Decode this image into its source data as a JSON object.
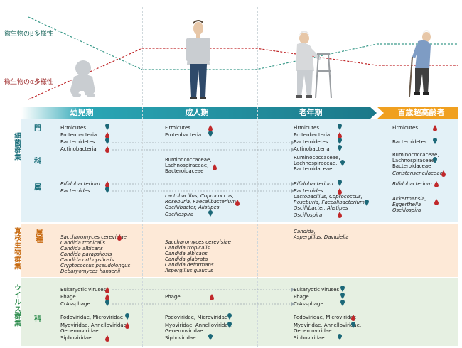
{
  "colors": {
    "teal": "#1a6e7a",
    "bar_dark": "#1b7889",
    "bar_mid": "#2aa6b5",
    "orange": "#f0a020",
    "bacteria_bg": "#e3f1f7",
    "fungi_bg": "#fde9d7",
    "virus_bg": "#e6f0e2",
    "beta_line": "#3a9a8a",
    "alpha_line": "#c0282a",
    "drop_red": "#c0282a",
    "drop_teal": "#1c6878"
  },
  "axis": {
    "beta": "微生物のβ多様性",
    "alpha": "微生物のα多様性"
  },
  "stages": [
    "幼児期",
    "成人期",
    "老年期",
    "百歳超高齢者"
  ],
  "groups": {
    "bacteria": "細菌群集",
    "fungi": "真核生物群集",
    "virus": "ウイルス群集"
  },
  "levels": {
    "phylum": "門",
    "family": "科",
    "genus": "属",
    "genus_species": "属種",
    "virus_family": "科"
  },
  "bacteria": {
    "phylum": {
      "infant": [
        "Firmicutes",
        "Proteobacteria",
        "Bacteroidetes",
        "Actinobacteria"
      ],
      "adult": [
        "Firmicutes",
        "Proteobacteria"
      ],
      "elderly": [
        "Firmicutes",
        "Proteobacteria",
        "Bacteroidetes",
        "Actinobacteria"
      ],
      "centenarian": [
        "Firmicutes",
        "Bacteroidetes"
      ]
    },
    "family": {
      "adult": [
        "Ruminococcaceae,",
        "Lachnospiraceae,",
        "Bacteroidaceae"
      ],
      "elderly": [
        "Ruminococcaceae,",
        "Lachnospiraceae,",
        "Bacteroidaceae"
      ],
      "centenarian": [
        "Ruminococcaceae,",
        "Lachnospiraceae,",
        "Bacteroidaceae",
        "Christensenellaceae"
      ]
    },
    "genus": {
      "infant": [
        "Bifidobacterium",
        "Bacteroides"
      ],
      "adult": [
        "Lactobacillus, Coprococcus,",
        "Roseburia, Faecalibacterium,",
        "Oscillibacter, Alistipes",
        "Oscillospira"
      ],
      "elderly": [
        "Bifidobacterium",
        "Bacteroides",
        "Lactobacillus, Coprococcus,",
        "Roseburia, Faecalibacterium,",
        "Oscillibacter, Alistipes",
        "Oscillospira"
      ],
      "centenarian": [
        "Bifidobacterium",
        "Akkermansia,",
        "Eggerthella",
        "Oscillospira"
      ]
    }
  },
  "fungi": {
    "infant": [
      "Saccharomyces cerevisiae",
      "Candida tropicalis",
      "Candida albicans",
      "Candida parapsilosis",
      "Candida orthopsilosis",
      "Cryptococcus pseudolongus",
      "Debaryomyces hansenii"
    ],
    "adult": [
      "Saccharomyces cerevisiae",
      "Candida tropicalis",
      "Candida albicans",
      "Candida glabrata",
      "Candida deformans",
      "Aspergillus glaucus"
    ],
    "elderly": [
      "Candida,",
      "Aspergillus, Davidiella"
    ]
  },
  "virus": {
    "top": {
      "infant": [
        "Eukaryotic viruses",
        "Phage",
        "CrAssphage"
      ],
      "adult": [
        "Phage"
      ],
      "elderly": [
        "Eukaryotic viruses",
        "Phage",
        "CrAssphage"
      ]
    },
    "family": {
      "infant": [
        "Podoviridae, Microviridae",
        "Myoviridae, Annelloviridae,",
        "Genemoviridae",
        "Siphoviridae"
      ],
      "adult": [
        "Podoviridae, Microviridae",
        "Myoviridae, Annelloviridae,",
        "Genemoviridae",
        "Siphoviridae"
      ],
      "elderly": [
        "Podoviridae, Microviridae",
        "Myoviridae, Annelloviridae,",
        "Genemoviridae",
        "Siphoviridae"
      ]
    }
  }
}
